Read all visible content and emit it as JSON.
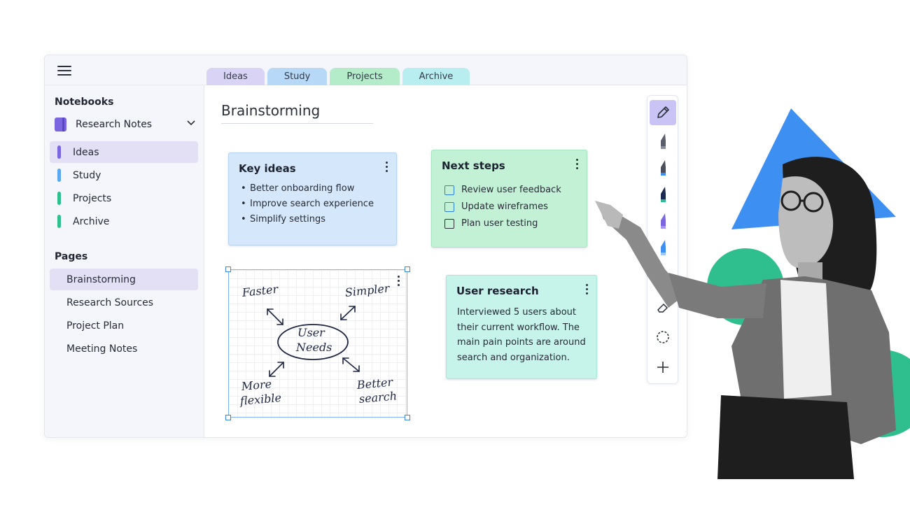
{
  "tabs": [
    {
      "label": "Ideas"
    },
    {
      "label": "Study"
    },
    {
      "label": "Projects"
    },
    {
      "label": "Archive"
    }
  ],
  "sidebar": {
    "notebooks_heading": "Notebooks",
    "notebook": "Research Notes",
    "sections": [
      {
        "label": "Ideas",
        "color": "#7b66e0"
      },
      {
        "label": "Study",
        "color": "#5aa9f0"
      },
      {
        "label": "Projects",
        "color": "#2fbf8f"
      },
      {
        "label": "Archive",
        "color": "#2fbf8f"
      }
    ],
    "pages_heading": "Pages",
    "pages": [
      {
        "label": "Brainstorming"
      },
      {
        "label": "Research Sources"
      },
      {
        "label": "Project Plan"
      },
      {
        "label": "Meeting Notes"
      }
    ]
  },
  "page": {
    "title": "Brainstorming"
  },
  "notes": {
    "key_ideas": {
      "title": "Key ideas",
      "items": [
        "Better onboarding flow",
        "Improve search experience",
        "Simplify settings"
      ]
    },
    "next_steps": {
      "title": "Next steps",
      "tasks": [
        "Review user feedback",
        "Update wireframes",
        "Plan user testing"
      ]
    },
    "user_research": {
      "title": "User research",
      "body": "Interviewed 5 users about their current workflow. The main pain points are around search and organization."
    }
  },
  "ink": {
    "center": [
      "User",
      "Needs"
    ],
    "faster": "Faster",
    "simpler": "Simpler",
    "more_flexible": [
      "More",
      "flexible"
    ],
    "better_search": [
      "Better",
      "search"
    ]
  },
  "tools": [
    "pen-icon",
    "marker-gray-icon",
    "marker-blue-icon",
    "marker-teal-icon",
    "marker-purple-icon",
    "marker-lightblue-icon",
    "eraser-icon",
    "lasso-icon",
    "add-icon"
  ],
  "colors": {
    "accent": "#7b66e0",
    "selection": "#3b86dd"
  }
}
